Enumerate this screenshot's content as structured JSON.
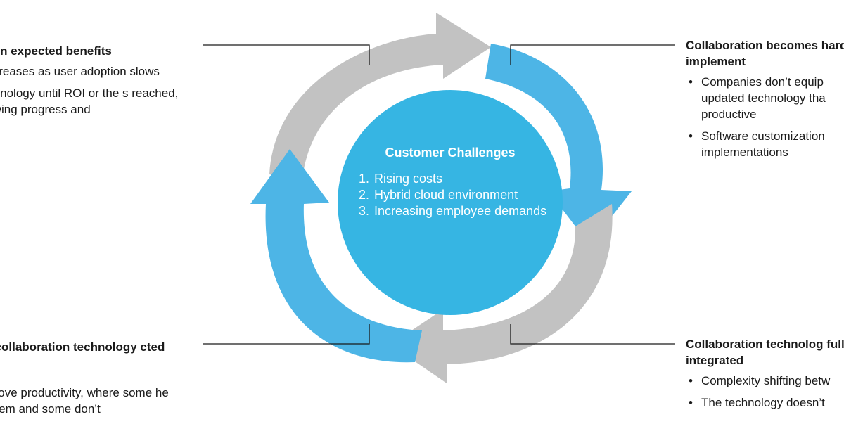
{
  "colors": {
    "blue": "#4db5e6",
    "gray": "#c2c2c2",
    "center": "#36b5e3",
    "line": "#1a1a1a"
  },
  "center": {
    "title": "Customer Challenges",
    "items": [
      {
        "num": "1.",
        "text": "Rising costs"
      },
      {
        "num": "2.",
        "text": "Hybrid cloud environment"
      },
      {
        "num": "3.",
        "text": "Increasing employee demands"
      }
    ]
  },
  "top_left": {
    "title": "eturn expected benefits",
    "items": [
      "l increases as user adoption slows",
      "technology until ROI or the s reached, slowing progress and"
    ]
  },
  "top_right": {
    "title": "Collaboration becomes hard to implement",
    "bullet": "•",
    "items": [
      "Companies don’t equip updated technology tha productive",
      "Software customization implementations"
    ]
  },
  "bottom_left": {
    "title": "he collaboration technology cted",
    "items": [
      "mprove productivity, where some he system and some don’t"
    ]
  },
  "bottom_right": {
    "title": "Collaboration technolog fully integrated",
    "bullet": "•",
    "items": [
      "Complexity shifting betw",
      "The technology doesn’t"
    ]
  }
}
